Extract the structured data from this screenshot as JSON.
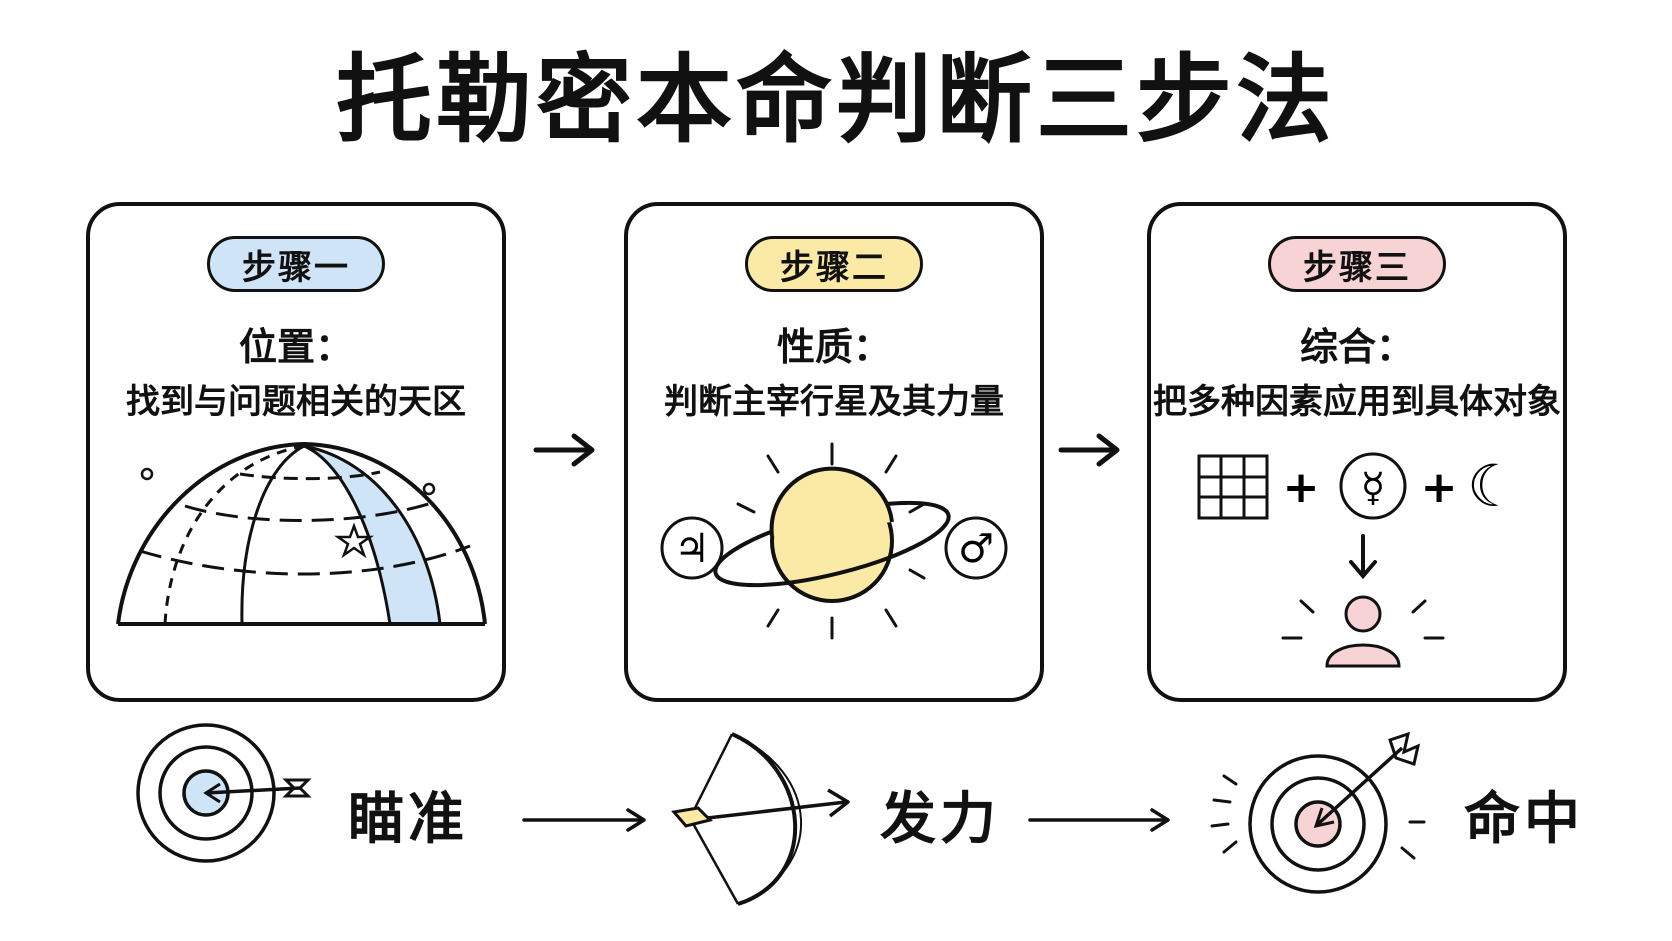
{
  "title": "托勒密本命判断三步法",
  "steps": [
    {
      "badge": "步骤一",
      "heading": "位置：",
      "desc": "找到与问题相关的天区",
      "color": "#cfe4f7"
    },
    {
      "badge": "步骤二",
      "heading": "性质：",
      "desc": "判断主宰行星及其力量",
      "color": "#fbeaa6"
    },
    {
      "badge": "步骤三",
      "heading": "综合：",
      "desc": "把多种因素应用到具体对象",
      "color": "#f8d3d6"
    }
  ],
  "symbols": {
    "jupiter": "♃",
    "mars": "♂",
    "mercury": "☿",
    "moon": "☾",
    "plus": "+"
  },
  "bottom": {
    "aim": "瞄准",
    "power": "发力",
    "hit": "命中"
  },
  "icons": [
    "celestial-dome-icon",
    "planet-ring-icon",
    "grid-icon",
    "mercury-icon",
    "moon-icon",
    "person-icon",
    "target-icon",
    "bow-icon",
    "arrow-icon"
  ]
}
